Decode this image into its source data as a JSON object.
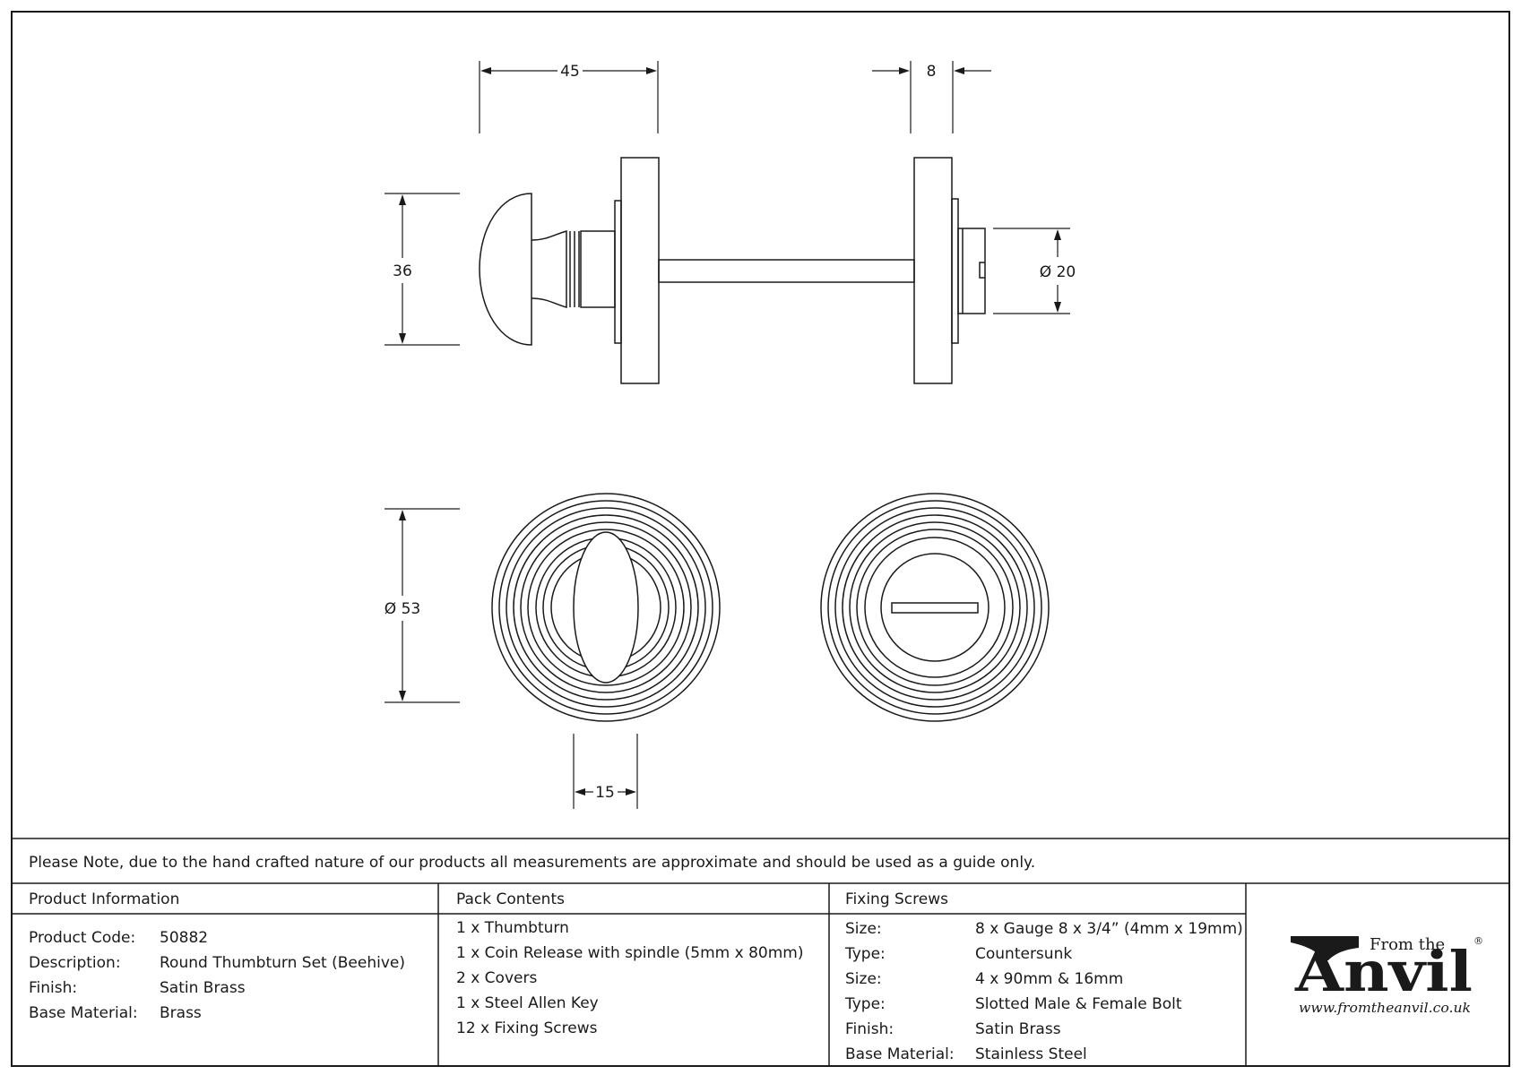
{
  "dimensions": {
    "knob_length": "45",
    "rose_thickness": "8",
    "knob_height": "36",
    "spindle_diameter": "Ø 20",
    "rose_diameter": "Ø 53",
    "knob_width": "15"
  },
  "note": "Please Note, due to the hand crafted nature of our products all measurements are approximate and should be used as a guide only.",
  "product_info": {
    "header": "Product Information",
    "rows": [
      {
        "label": "Product Code:",
        "value": "50882"
      },
      {
        "label": "Description:",
        "value": "Round Thumbturn Set (Beehive)"
      },
      {
        "label": "Finish:",
        "value": "Satin Brass"
      },
      {
        "label": "Base Material:",
        "value": "Brass"
      }
    ]
  },
  "pack_contents": {
    "header": "Pack Contents",
    "items": [
      "1 x Thumbturn",
      "1 x Coin Release with spindle (5mm x 80mm)",
      "2 x Covers",
      "1 x Steel Allen Key",
      "12 x Fixing Screws"
    ]
  },
  "fixing_screws": {
    "header": "Fixing Screws",
    "rows": [
      {
        "label": "Size:",
        "value": "8 x Gauge 8 x 3/4” (4mm x 19mm)"
      },
      {
        "label": "Type:",
        "value": "Countersunk"
      },
      {
        "label": "Size:",
        "value": "4 x 90mm & 16mm"
      },
      {
        "label": "Type:",
        "value": "Slotted Male & Female Bolt"
      },
      {
        "label": "Finish:",
        "value": "Satin Brass"
      },
      {
        "label": "Base Material:",
        "value": "Stainless Steel"
      }
    ]
  },
  "brand": {
    "from_the": "From the",
    "name": "Anvil",
    "registered": "®",
    "url": "www.fromtheanvil.co.uk"
  }
}
